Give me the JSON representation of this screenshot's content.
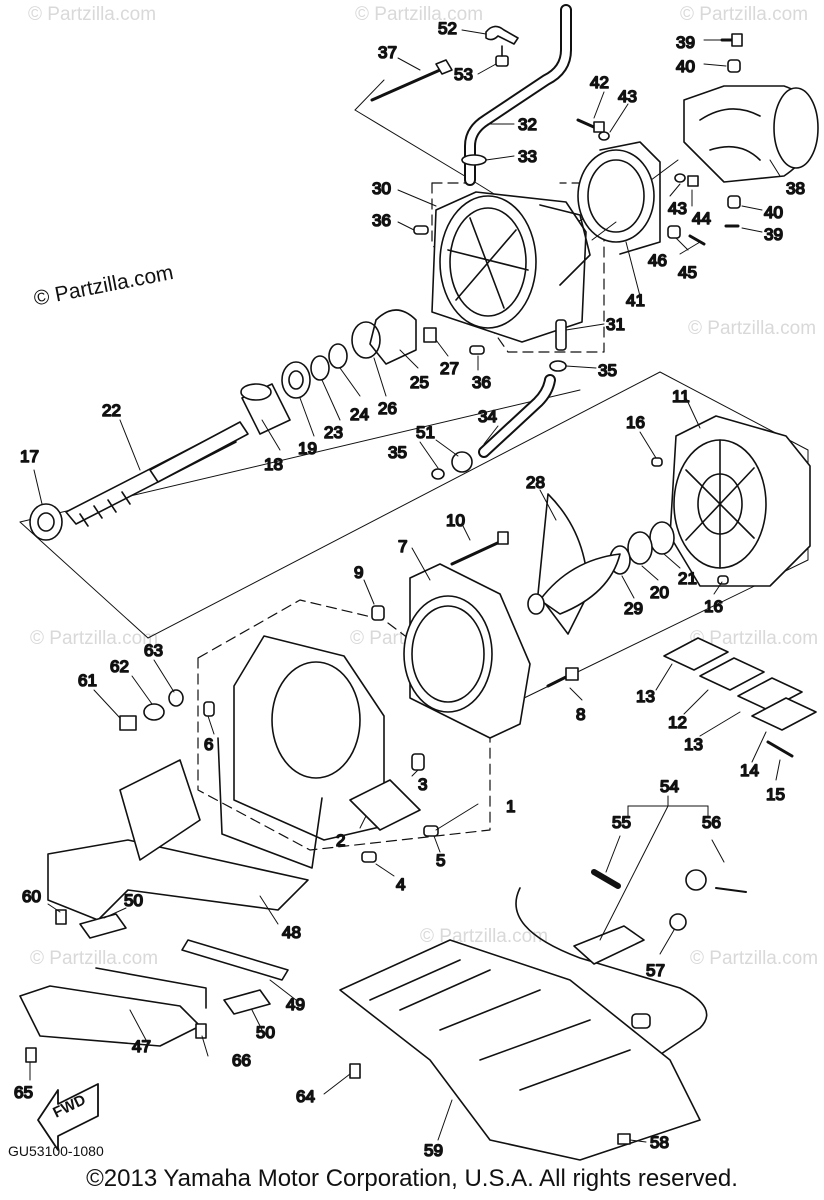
{
  "watermark": "© Partzilla.com",
  "diagram_code": "GU53100-1080",
  "copyright": "©2013  Yamaha Motor Corporation, U.S.A. All rights reserved.",
  "fwd_label": "FWD",
  "callouts": [
    "1",
    "2",
    "3",
    "4",
    "5",
    "6",
    "7",
    "8",
    "9",
    "10",
    "11",
    "12",
    "13",
    "14",
    "15",
    "16",
    "17",
    "18",
    "19",
    "20",
    "21",
    "22",
    "23",
    "24",
    "25",
    "26",
    "27",
    "28",
    "29",
    "30",
    "31",
    "32",
    "33",
    "34",
    "35",
    "36",
    "37",
    "38",
    "39",
    "40",
    "41",
    "42",
    "43",
    "44",
    "45",
    "46",
    "47",
    "48",
    "49",
    "50",
    "51",
    "52",
    "53",
    "54",
    "55",
    "56",
    "57",
    "58",
    "59",
    "60",
    "61",
    "62",
    "63",
    "64",
    "65",
    "66"
  ]
}
